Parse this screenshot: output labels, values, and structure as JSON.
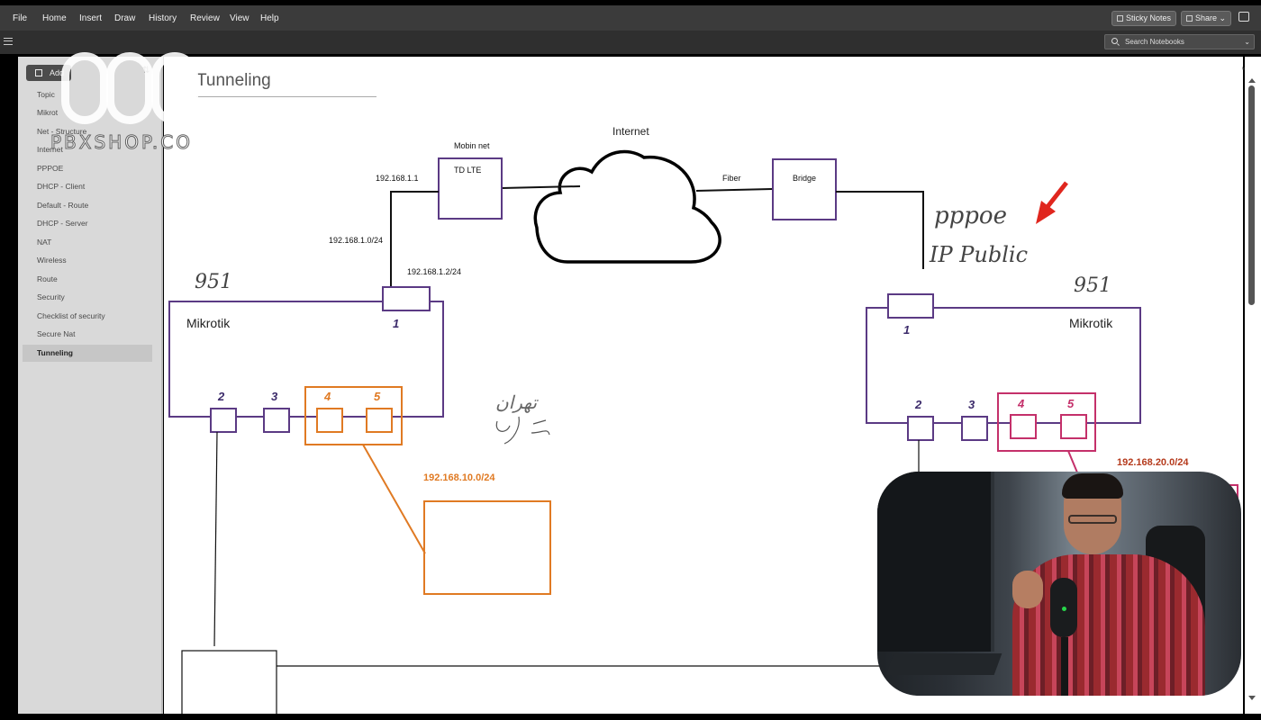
{
  "menu": {
    "items": [
      "File",
      "Home",
      "Insert",
      "Draw",
      "History",
      "Review",
      "View",
      "Help"
    ],
    "sticky_notes": "Sticky Notes",
    "share": "Share ⌄"
  },
  "search": {
    "placeholder": "Search Notebooks"
  },
  "sidebar": {
    "add_page": "Add",
    "pages": [
      "Topic",
      "Mikrot",
      "Net - Structure",
      "Internet",
      "PPPOE",
      "DHCP - Client",
      "Default - Route",
      "DHCP - Server",
      "NAT",
      "Wireless",
      "Route",
      "Security",
      "Checklist of security",
      "Secure Nat",
      "Tunneling"
    ],
    "active_index": 14
  },
  "watermark": {
    "text": "PBXSHOP.CO"
  },
  "page": {
    "title": "Tunneling"
  },
  "diagram": {
    "internet_label": "Internet",
    "mobin_net_label": "Mobin net",
    "td_lte_label": "TD LTE",
    "fiber_label": "Fiber",
    "bridge_label": "Bridge",
    "ip_gateway": "192.168.1.1",
    "ip_subnet": "192.168.1.0/24",
    "ip_wan_left": "192.168.1.2/24",
    "left_model": "951",
    "left_name": "Mikrotik",
    "right_model": "951",
    "right_name": "Mikrotik",
    "left_ports": [
      "1",
      "2",
      "3",
      "4",
      "5"
    ],
    "right_ports": [
      "1",
      "2",
      "3",
      "4",
      "5"
    ],
    "pppoe_note": "pppoe",
    "ip_public_note": "IP Public",
    "handwritten_note": "تهران",
    "lan_left": "192.168.10.0/24",
    "lan_right": "192.168.20.0/24",
    "colors": {
      "router": "#5b3a84",
      "lan_left": "#e07a23",
      "lan_right": "#c4306a",
      "arrow": "#e0261e"
    }
  },
  "icons": [
    "hamburger-icon",
    "search-icon",
    "sort-icon",
    "expand-icon",
    "feedback-icon"
  ]
}
